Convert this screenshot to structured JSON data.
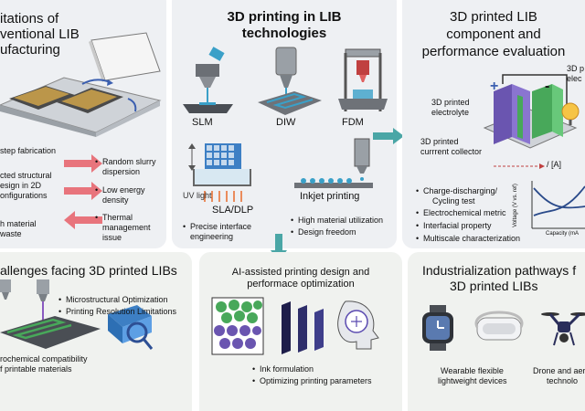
{
  "panels": {
    "limitations": {
      "title_line1": "itations of",
      "title_line2": "ventional LIB",
      "title_line3": "ufacturing",
      "items": [
        "step fabrication",
        "cted structural",
        "esign in 2D",
        "onfigurations",
        "h material",
        "waste"
      ],
      "right_items": [
        "Random slurry",
        "dispersion",
        "Low energy",
        "density",
        "Thermal",
        "management",
        "issue"
      ]
    },
    "printing": {
      "title_line1": "3D printing in LIB",
      "title_line2": "technologies",
      "methods": [
        "SLM",
        "DIW",
        "FDM",
        "SLA/DLP",
        "Inkjet printing"
      ],
      "uv_label": "UV light",
      "bullets_left": [
        "Precise interface",
        "engineering"
      ],
      "bullets_right": [
        "High material utilization",
        "Design freedom"
      ]
    },
    "component": {
      "title_line1": "3D printed LIB",
      "title_line2": "component and",
      "title_line3": "performance evaluation",
      "labels": {
        "electrolyte_1": "3D printed",
        "electrolyte_2": "electrolyte",
        "collector_1": "3D printed",
        "collector_2": "currrent collector",
        "electrode_1": "3D p",
        "electrode_2": "elec",
        "current": "/ [A]",
        "plus": "+",
        "minus": "-"
      },
      "bullets": [
        "Charge-discharging/",
        "Cycling test",
        "Electrochemical metric",
        "Interfacial property",
        "Multiscale characterization"
      ],
      "chart": {
        "ylabel": "Voltage (V vs. ref)",
        "xlabel": "Capacity (mA"
      }
    },
    "challenges": {
      "title": "allenges facing 3D printed LIBs",
      "bullets": [
        "Microstructural Optimization",
        "Printing Resolution Limitations"
      ],
      "bottom_line1": "rochemical compatibility",
      "bottom_line2": "f printable materials"
    },
    "ai": {
      "title_line1": "AI-assisted printing design and",
      "title_line2": "performace optimization",
      "bullets": [
        "Ink formulation",
        "Optimizing printing parameters"
      ]
    },
    "industrial": {
      "title_line1": "Industrialization pathways f",
      "title_line2": "3D printed LIBs",
      "devices_line1": "Wearable flexible",
      "devices_line2": "lightweight devices",
      "drone_line1": "Drone and aer",
      "drone_line2": "technolo"
    }
  },
  "colors": {
    "panel_top": "#eef1f4",
    "panel_bottom": "#f0f2ef",
    "arrow_red": "#e8747c",
    "arrow_teal": "#4aa6a6",
    "electrode_purple": "#6a55b0",
    "electrode_green": "#48a85a",
    "uv_orange": "#e86a2a"
  }
}
